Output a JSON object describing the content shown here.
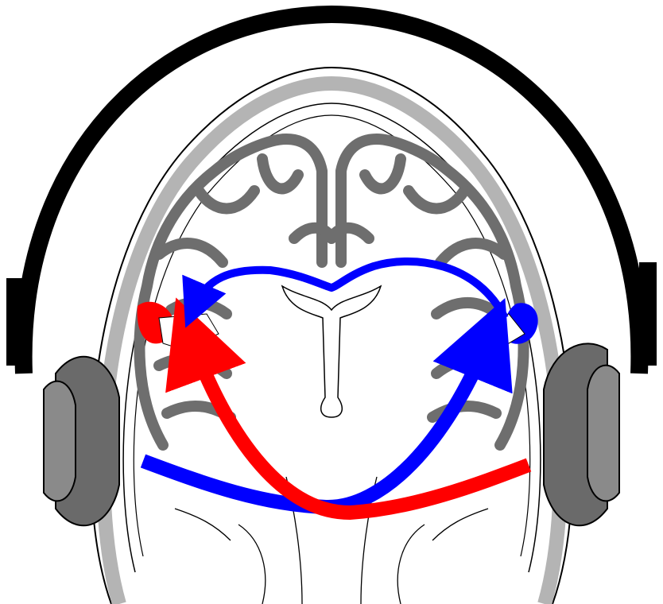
{
  "figure": {
    "kind": "coronal brain section with headphones (auditory pathways)",
    "colors": {
      "background": "#ffffff",
      "outline": "#000000",
      "gray_matter": "#6e6e6e",
      "light_tissue": "#b4b4b4",
      "headphone": "#6a6a6a",
      "headband": "#000000",
      "right_pathway": "#ff0000",
      "left_pathway": "#0000ff"
    },
    "pathways": [
      {
        "name": "left-ear-to-right-cortex",
        "color": "#ff0000"
      },
      {
        "name": "right-ear-to-left-cortex",
        "color": "#0000ff"
      },
      {
        "name": "callosal-transfer",
        "color": "#0000ff"
      }
    ]
  }
}
